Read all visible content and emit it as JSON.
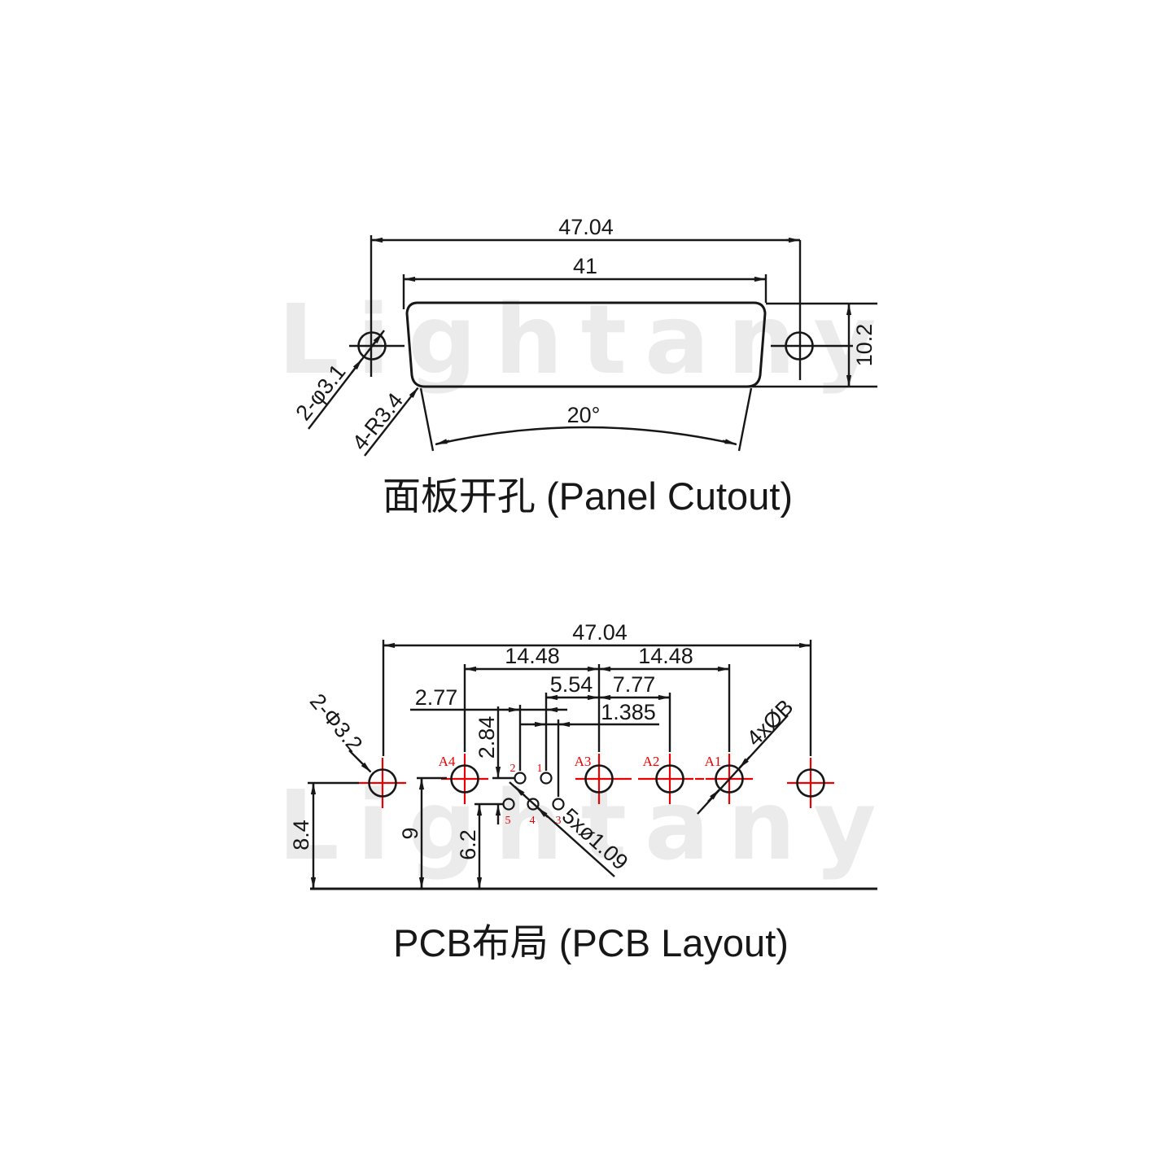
{
  "watermark": {
    "text": "Lightany"
  },
  "panel_cutout": {
    "title": "面板开孔 (Panel Cutout)",
    "dim_overall_width": "47.04",
    "dim_cutout_width": "41",
    "dim_height": "10.2",
    "dim_flare_angle": "20°",
    "label_mount_holes": "2-φ3.1",
    "label_corner_radius": "4-R3.4"
  },
  "pcb_layout": {
    "title": "PCB布局 (PCB Layout)",
    "dim_overall_width": "47.04",
    "dim_span_left": "14.48",
    "dim_span_right": "14.48",
    "dim_pin1_to_a3": "5.54",
    "dim_a3_to_a2": "7.77",
    "dim_pin_pitch": "2.77",
    "dim_row_offset": "1.385",
    "dim_row_spacing": "2.84",
    "dim_row1_height": "9",
    "dim_row2_height": "6.2",
    "dim_mount_height": "8.4",
    "label_mount_holes": "2-Φ3.2",
    "label_coax_holes": "4xØB",
    "label_signal_holes": "5xø1.09",
    "pads": {
      "a1": "A1",
      "a2": "A2",
      "a3": "A3",
      "a4": "A4"
    },
    "pins": {
      "p1": "1",
      "p2": "2",
      "p3": "3",
      "p4": "4",
      "p5": "5"
    }
  },
  "colors": {
    "line": "#171717",
    "accent_red": "#ec0000",
    "watermark": "#ebebeb"
  }
}
